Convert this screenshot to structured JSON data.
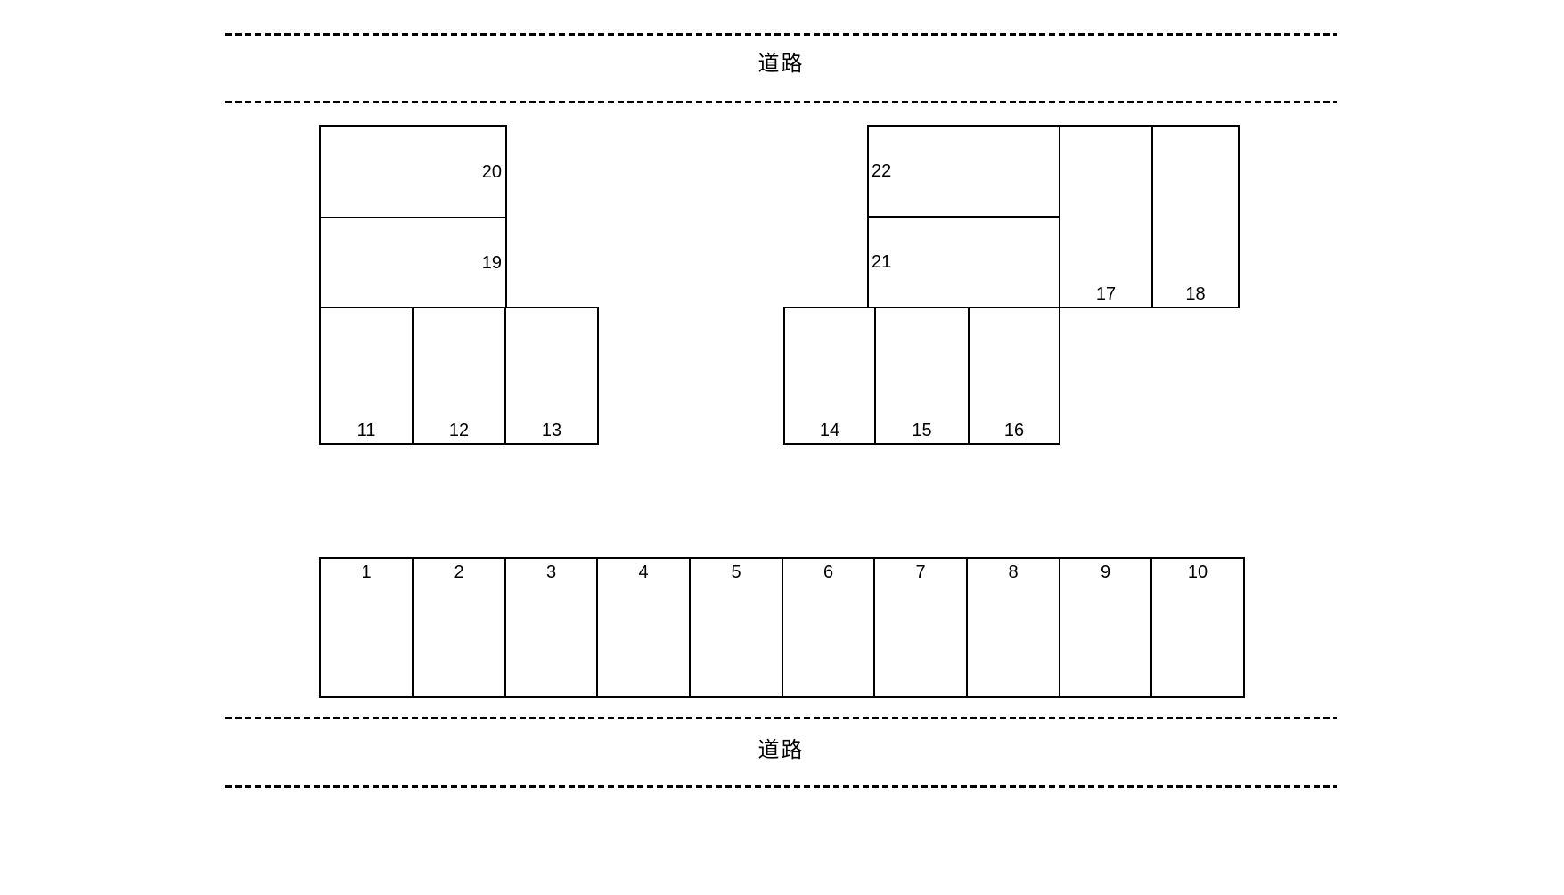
{
  "roads": {
    "top": {
      "label": "道路"
    },
    "bottom": {
      "label": "道路"
    }
  },
  "parking": {
    "left_cluster": {
      "stacked": [
        {
          "number": "20"
        },
        {
          "number": "19"
        }
      ],
      "row": [
        {
          "number": "11"
        },
        {
          "number": "12"
        },
        {
          "number": "13"
        }
      ]
    },
    "right_cluster": {
      "stacked": [
        {
          "number": "22"
        },
        {
          "number": "21"
        }
      ],
      "tall": [
        {
          "number": "17"
        },
        {
          "number": "18"
        }
      ],
      "row": [
        {
          "number": "14"
        },
        {
          "number": "15"
        },
        {
          "number": "16"
        }
      ]
    },
    "bottom_row": [
      {
        "number": "1"
      },
      {
        "number": "2"
      },
      {
        "number": "3"
      },
      {
        "number": "4"
      },
      {
        "number": "5"
      },
      {
        "number": "6"
      },
      {
        "number": "7"
      },
      {
        "number": "8"
      },
      {
        "number": "9"
      },
      {
        "number": "10"
      }
    ]
  },
  "colors": {
    "line": "#000000",
    "background": "#ffffff",
    "text": "#000000"
  }
}
